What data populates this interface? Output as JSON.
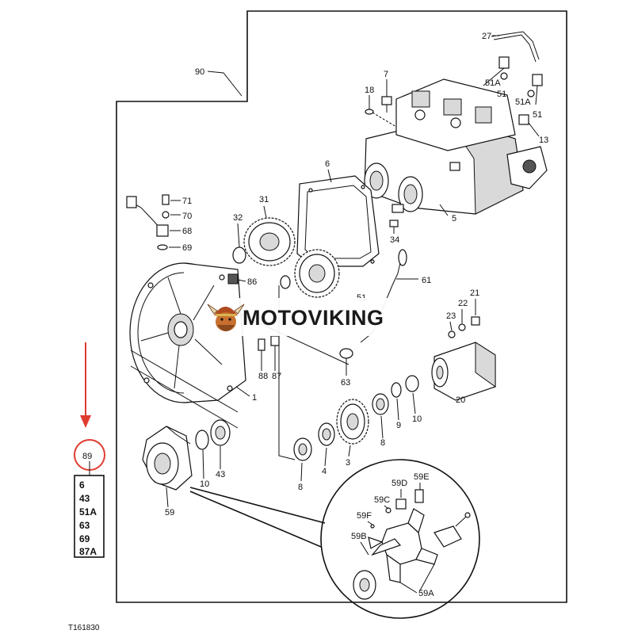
{
  "watermark": {
    "text": "MOTOVIKING",
    "badge_icon": "viking-helmet-icon"
  },
  "figure_id": "T161830",
  "kit": {
    "number": "89",
    "includes": [
      "6",
      "43",
      "51A",
      "63",
      "69",
      "87A"
    ]
  },
  "callouts": {
    "c1": "1",
    "c3": "3",
    "c4": "4",
    "c5": "5",
    "c6": "6",
    "c7": "7",
    "c8a": "8",
    "c8b": "8",
    "c9": "9",
    "c10a": "10",
    "c10b": "10",
    "c13": "13",
    "c18": "18",
    "c20": "20",
    "c21": "21",
    "c22": "22",
    "c23": "23",
    "c27": "27",
    "c31": "31",
    "c32": "32",
    "c34": "34",
    "c43": "43",
    "c51a": "51",
    "c51b": "51",
    "c51c": "51A",
    "c51d": "51A",
    "c51e": "51",
    "c59": "59",
    "c59a": "59A",
    "c59b": "59B",
    "c59c": "59C",
    "c59d": "59D",
    "c59e": "59E",
    "c59f": "59F",
    "c61": "61",
    "c63": "63",
    "c68": "68",
    "c69": "69",
    "c70": "70",
    "c71": "71",
    "c86": "86",
    "c87": "87",
    "c88": "88",
    "c90": "90"
  },
  "colors": {
    "arrow": "#e03b2f",
    "kit_circle": "#e03b2f",
    "line": "#111111"
  }
}
